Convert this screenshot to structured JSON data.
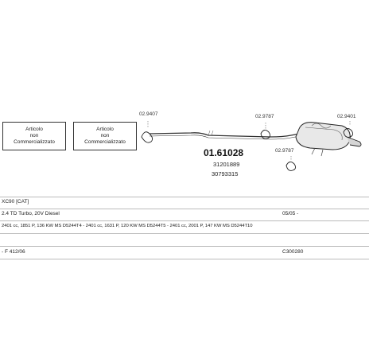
{
  "diagram": {
    "box_left": {
      "line1": "Articolo",
      "line2": "non",
      "line3": "Commercializzato"
    },
    "box_right": {
      "line1": "Articolo",
      "line2": "non",
      "line3": "Commercializzato"
    },
    "part_labels": {
      "clamp_left": "02.9407",
      "hanger_mid": "02.9787",
      "hanger_right": "02.9401",
      "hanger_low": "02.9787"
    },
    "main_part_no": "01.61028",
    "oem_numbers": [
      "31201889",
      "30793315"
    ]
  },
  "vehicle_table": {
    "model": "XC90 [CAT]",
    "engine": "2.4 TD Turbo, 20V Diesel",
    "date_from": "05/05 -",
    "variants": "2401 cc, 1851 P, 136 KW MS D5244T4 - 2401 cc, 1631 P, 120 KW MS D5244T5 - 2401 cc, 2001 P, 147 KW MS D5244T10",
    "validity": "- F 412/06",
    "kit_code": "C300280"
  }
}
